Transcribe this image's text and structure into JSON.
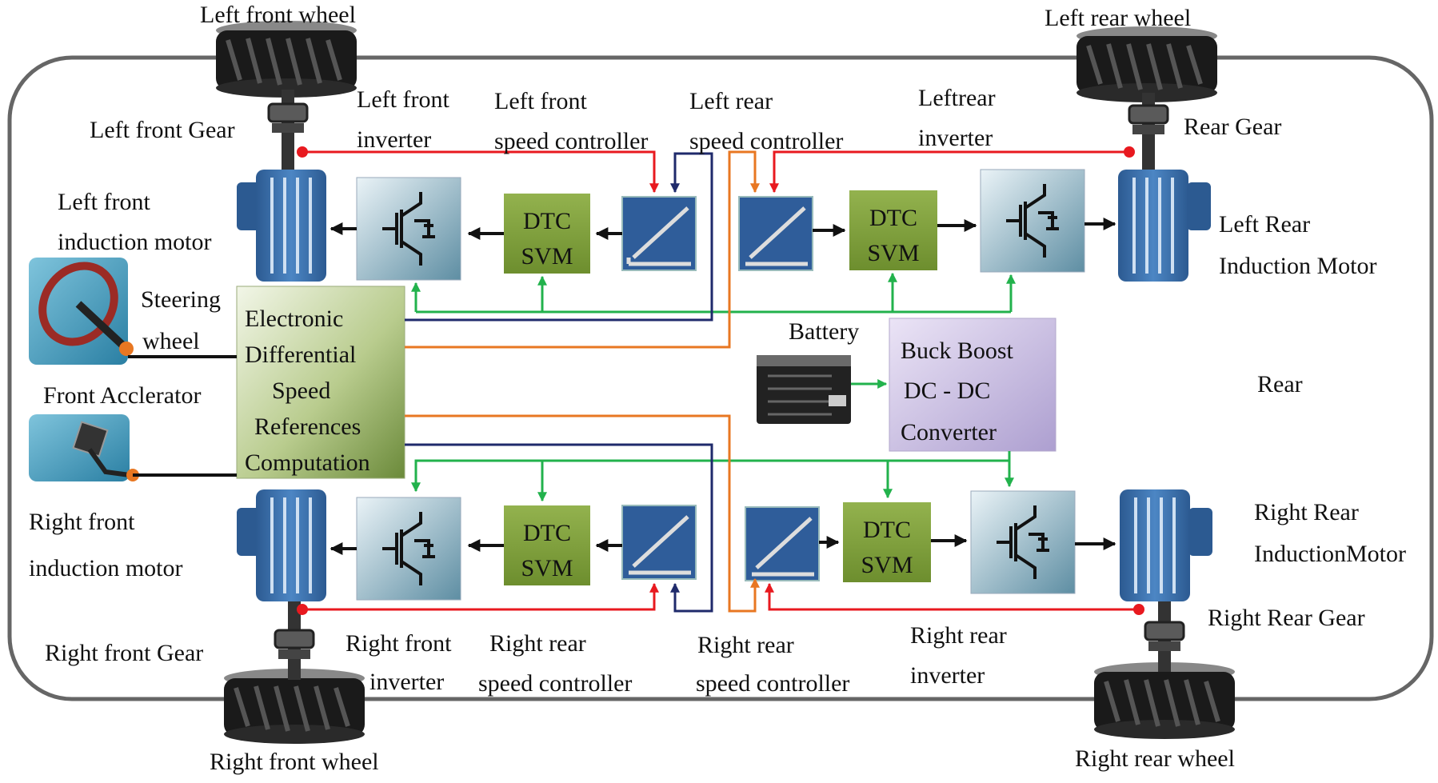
{
  "labels": {
    "left_front_wheel": "Left front wheel",
    "left_rear_wheel": "Left rear  wheel",
    "right_front_wheel": "Right  front  wheel",
    "right_rear_wheel": "Right rear wheel",
    "left_front_gear": "Left front Gear",
    "rear_gear": "Rear Gear",
    "right_front_gear": "Right  front  Gear",
    "right_rear_gear": "Right Rear Gear",
    "left_front_inverter": [
      "Left front",
      "inverter"
    ],
    "left_front_speed_controller": [
      "Left front",
      "speed controller"
    ],
    "left_rear_speed_controller": [
      "Left rear",
      "speed controller"
    ],
    "left_rear_inverter": [
      "Leftrear",
      "inverter"
    ],
    "left_front_motor": [
      "Left  front",
      "induction motor"
    ],
    "left_rear_motor": [
      "Left  Rear",
      "Induction Motor"
    ],
    "steering_wheel": [
      "Steering",
      "wheel"
    ],
    "front_accelerator": "Front Acclerator",
    "battery": "Battery",
    "rear": "Rear",
    "right_front_motor": [
      "Right front",
      "induction motor"
    ],
    "right_rear_motor": [
      "Right Rear",
      "InductionMotor"
    ],
    "right_front_inverter": [
      "Right front",
      "inverter"
    ],
    "right_rear_speed_controller_a": [
      "Right rear",
      "speed  controller"
    ],
    "right_rear_speed_controller_b": [
      "Right   rear",
      "speed  controller"
    ],
    "right_rear_inverter": [
      "Right  rear",
      "inverter"
    ]
  },
  "blocks": {
    "edc": [
      "Electronic",
      "Differential",
      "Speed",
      "References",
      "Computation"
    ],
    "dtc": [
      "DTC",
      "SVM"
    ],
    "buck_boost": [
      "Buck Boost",
      "DC  - DC",
      "Converter"
    ]
  },
  "colors": {
    "control_red": "#e8191f",
    "signal_green": "#22b24c",
    "ref_orange": "#e87722",
    "ref_navy": "#1f2a6b",
    "dtc_green": "#7a9a38",
    "motor_blue": "#3a6ea8",
    "converter_lavender": "#c8bde0"
  }
}
